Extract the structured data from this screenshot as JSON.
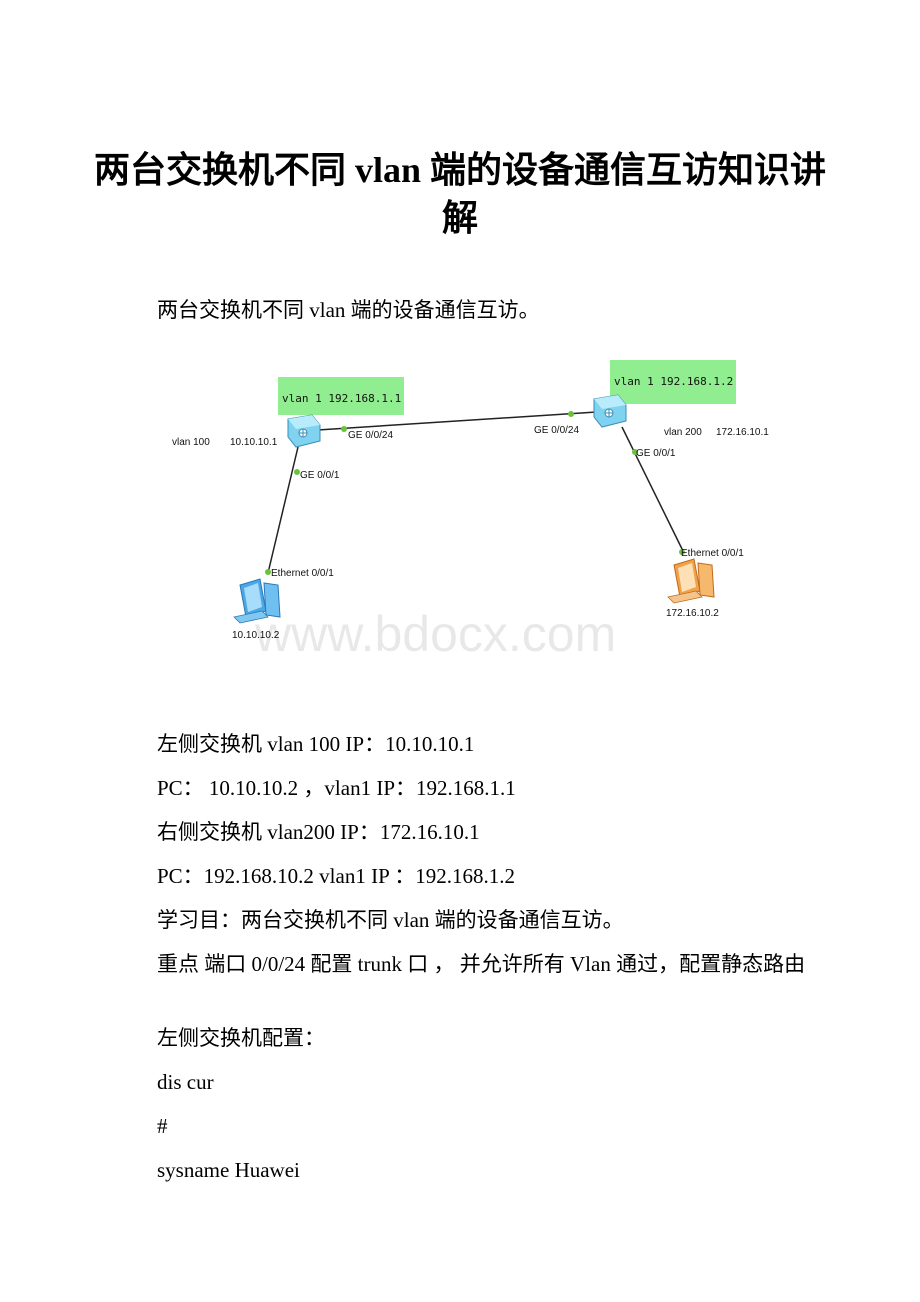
{
  "title": "两台交换机不同 vlan 端的设备通信互访知识讲解",
  "intro": "两台交换机不同 vlan 端的设备通信互访。",
  "diagram": {
    "left_switch_box": "vlan 1 192.168.1.1",
    "right_switch_box": "vlan 1 192.168.1.2",
    "left_vlan": "vlan 100",
    "left_vlan_ip": "10.10.10.1",
    "right_vlan": "vlan 200",
    "right_vlan_ip": "172.16.10.1",
    "left_trunk_port": "GE 0/0/24",
    "right_trunk_port": "GE 0/0/24",
    "left_access_port": "GE 0/0/1",
    "right_access_port": "GE 0/0/1",
    "left_pc_port": "Ethernet 0/0/1",
    "right_pc_port": "Ethernet 0/0/1",
    "left_pc_ip": "10.10.10.2",
    "right_pc_ip": "172.16.10.2",
    "watermark": "www.bdocx.com"
  },
  "lines": [
    "左侧交换机 vlan 100 IP：10.10.10.1",
    "PC： 10.10.10.2 ，vlan1 IP：192.168.1.1",
    "右侧交换机 vlan200 IP：172.16.10.1",
    "PC：192.168.10.2 vlan1 IP ：192.168.1.2",
    "学习目：两台交换机不同 vlan 端的设备通信互访。",
    "重点 端口 0/0/24 配置 trunk 口 ， 并允许所有 Vlan 通过，配置静态路由",
    "左侧交换机配置：",
    "dis cur",
    "#",
    "sysname Huawei"
  ],
  "colors": {
    "label_box": "#90ee90",
    "switch": "#7fd3f0",
    "port_dot": "#6ac23c",
    "left_pc": "#4aa8e6",
    "right_pc": "#f0a24a"
  }
}
